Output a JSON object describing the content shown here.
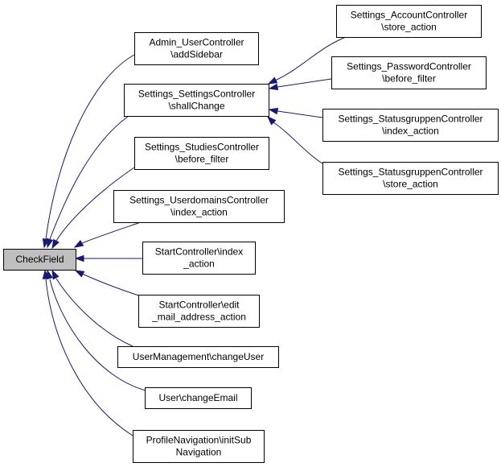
{
  "graph": {
    "colors": {
      "edge": "#191970",
      "root_fill": "#bfbfbf",
      "node_border": "#000000"
    },
    "nodes": [
      {
        "id": "checkfield",
        "lines": [
          "CheckField"
        ],
        "root": true
      },
      {
        "id": "admin_user",
        "lines": [
          "Admin_UserController",
          "\\addSidebar"
        ]
      },
      {
        "id": "settings_settings",
        "lines": [
          "Settings_SettingsController",
          "\\shallChange"
        ]
      },
      {
        "id": "settings_studies",
        "lines": [
          "Settings_StudiesController",
          "\\before_filter"
        ]
      },
      {
        "id": "settings_userdomains",
        "lines": [
          "Settings_UserdomainsController",
          "\\index_action"
        ]
      },
      {
        "id": "start_index",
        "lines": [
          "StartController\\index",
          "_action"
        ]
      },
      {
        "id": "start_edit_mail",
        "lines": [
          "StartController\\edit",
          "_mail_address_action"
        ]
      },
      {
        "id": "usermanagement_change",
        "lines": [
          "UserManagement\\changeUser"
        ]
      },
      {
        "id": "user_changeemail",
        "lines": [
          "User\\changeEmail"
        ]
      },
      {
        "id": "profilenav",
        "lines": [
          "ProfileNavigation\\initSub",
          "Navigation"
        ]
      },
      {
        "id": "settings_account",
        "lines": [
          "Settings_AccountController",
          "\\store_action"
        ]
      },
      {
        "id": "settings_password",
        "lines": [
          "Settings_PasswordController",
          "\\before_filter"
        ]
      },
      {
        "id": "settings_status_index",
        "lines": [
          "Settings_StatusgruppenController",
          "\\index_action"
        ]
      },
      {
        "id": "settings_status_store",
        "lines": [
          "Settings_StatusgruppenController",
          "\\store_action"
        ]
      }
    ],
    "edges": [
      {
        "from": "admin_user",
        "to": "checkfield"
      },
      {
        "from": "settings_settings",
        "to": "checkfield"
      },
      {
        "from": "settings_studies",
        "to": "checkfield"
      },
      {
        "from": "settings_userdomains",
        "to": "checkfield"
      },
      {
        "from": "start_index",
        "to": "checkfield"
      },
      {
        "from": "start_edit_mail",
        "to": "checkfield"
      },
      {
        "from": "usermanagement_change",
        "to": "checkfield"
      },
      {
        "from": "user_changeemail",
        "to": "checkfield"
      },
      {
        "from": "profilenav",
        "to": "checkfield"
      },
      {
        "from": "settings_account",
        "to": "settings_settings"
      },
      {
        "from": "settings_password",
        "to": "settings_settings"
      },
      {
        "from": "settings_status_index",
        "to": "settings_settings"
      },
      {
        "from": "settings_status_store",
        "to": "settings_settings"
      }
    ]
  }
}
